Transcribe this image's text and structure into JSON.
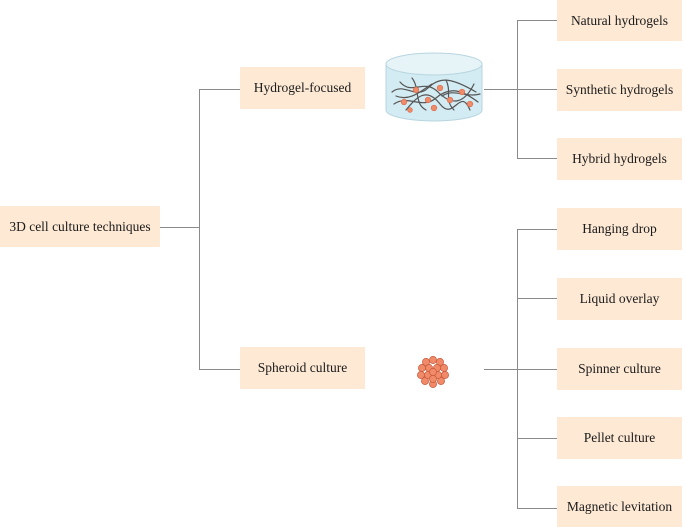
{
  "root": {
    "label": "3D cell culture techniques"
  },
  "branches": [
    {
      "label": "Hydrogel-focused",
      "children": [
        "Natural hydrogels",
        "Synthetic hydrogels",
        "Hybrid hydrogels"
      ]
    },
    {
      "label": "Spheroid culture",
      "children": [
        "Hanging drop",
        "Liquid overlay",
        "Spinner culture",
        "Pellet culture",
        "Magnetic levitation"
      ]
    }
  ],
  "colors": {
    "box_fill": "#fde9d4",
    "connector": "#8a8a8a",
    "gel_fill": "#d6ecf3",
    "cell_fill": "#f08a68",
    "fiber": "#555555"
  },
  "icons": [
    "hydrogel-scaffold-icon",
    "spheroid-icon"
  ]
}
